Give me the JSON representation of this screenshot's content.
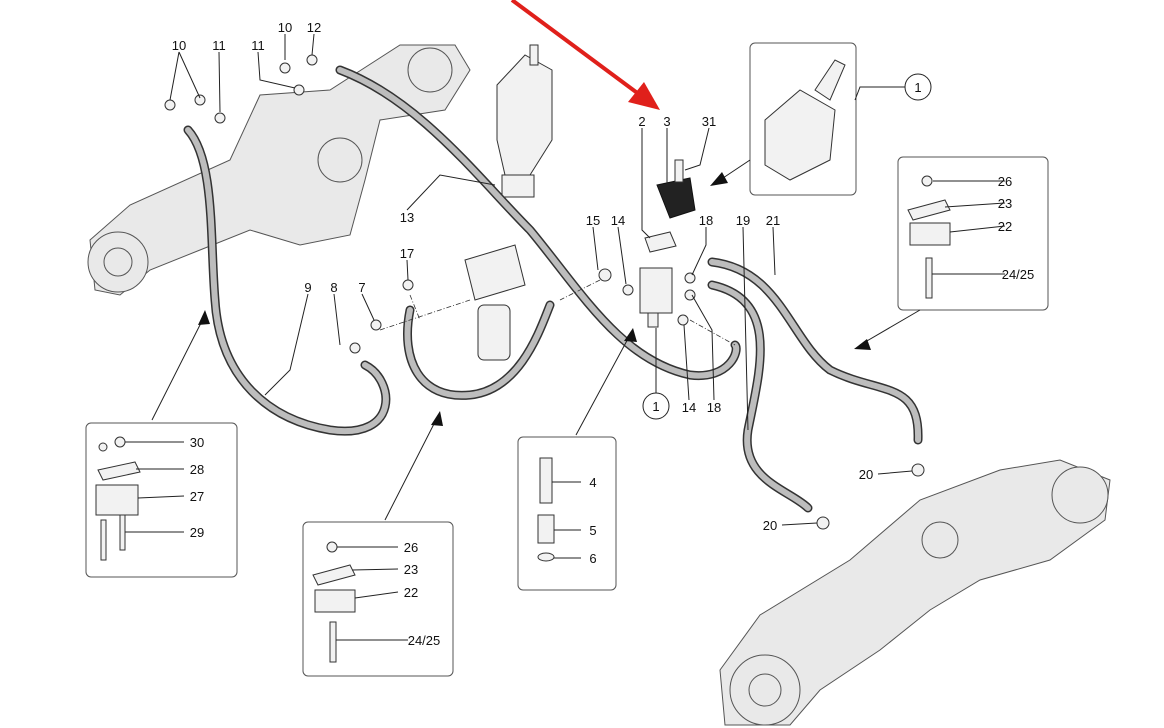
{
  "callouts": [
    "10",
    "11",
    "11",
    "10",
    "12",
    "13",
    "17",
    "9",
    "8",
    "7",
    "2",
    "3",
    "31",
    "15",
    "14",
    "18",
    "19",
    "21",
    "1",
    "14",
    "18",
    "1",
    "26",
    "23",
    "22",
    "24/25",
    "30",
    "28",
    "27",
    "29",
    "26",
    "23",
    "22",
    "24/25",
    "4",
    "5",
    "6",
    "20",
    "20"
  ],
  "colors": {
    "highlight_arrow": "#e0201b",
    "hose": "#bdbdbd",
    "outline": "#333333"
  },
  "icons": [
    "red-pointer-arrow",
    "leader-arrowheads"
  ]
}
